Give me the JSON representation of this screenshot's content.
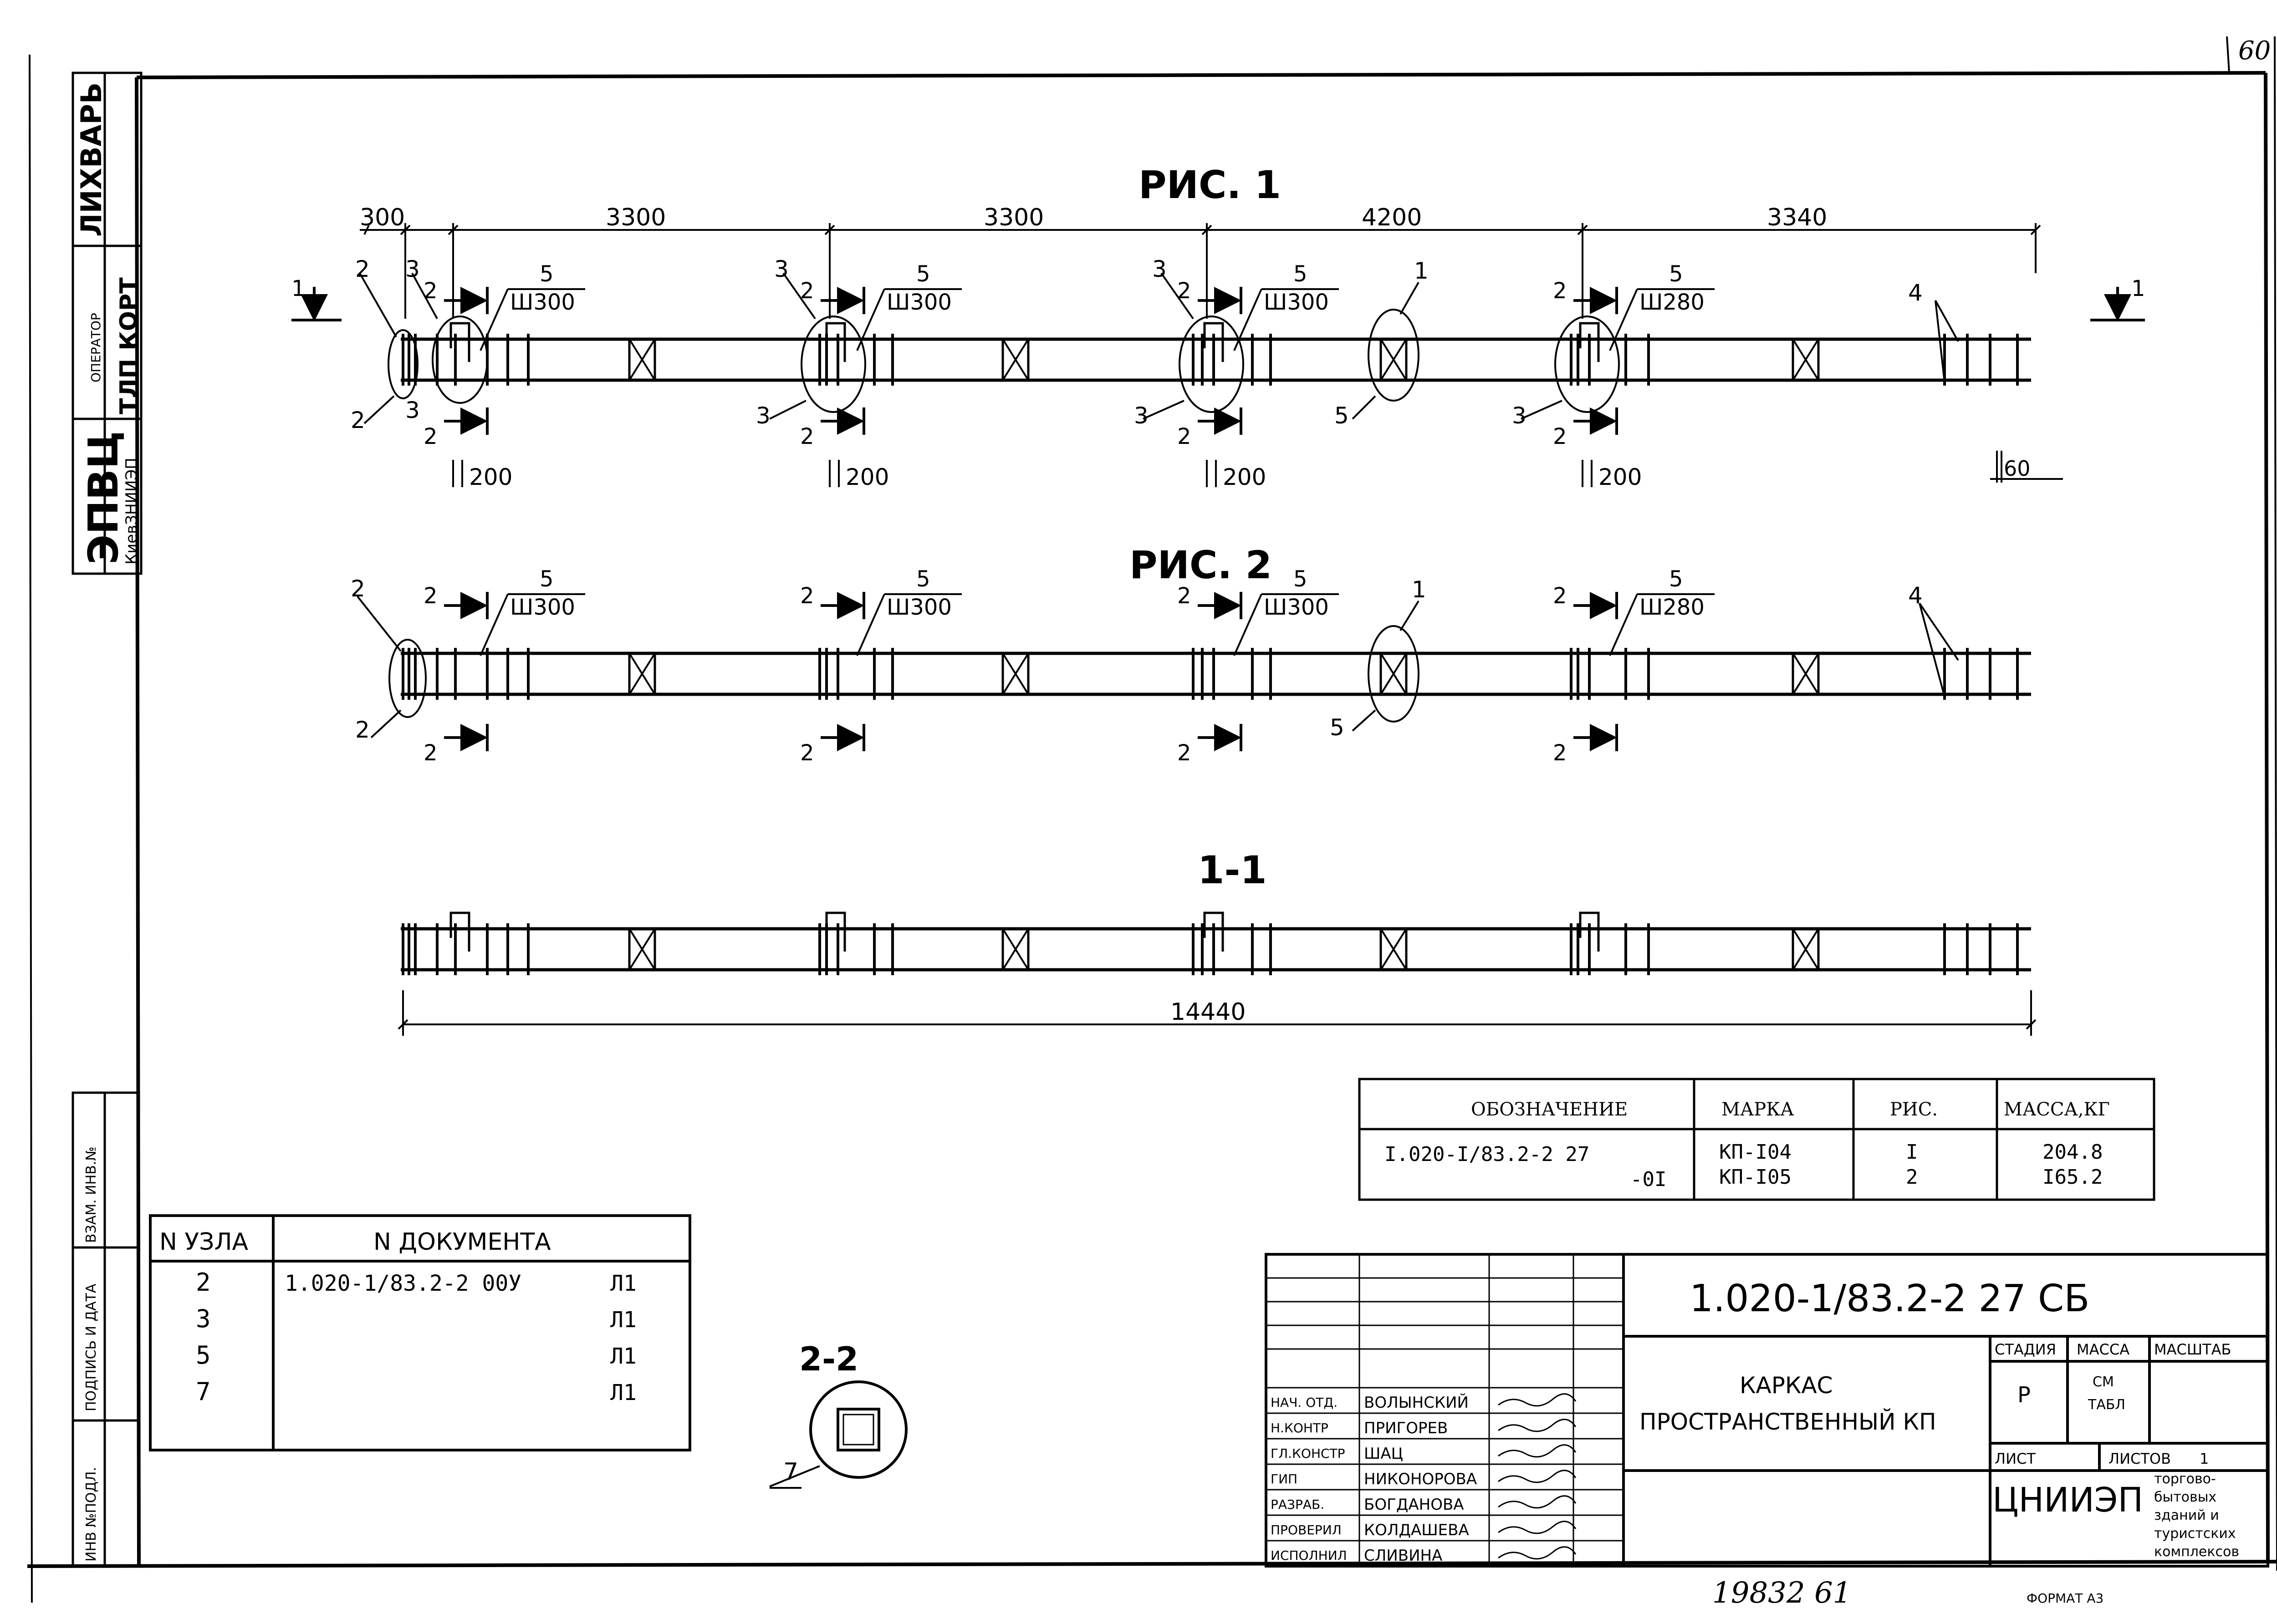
{
  "page_number": "60",
  "side_stamp": {
    "line1": "ЛИХВАРЬ",
    "line2_label": "ОПЕРАТОР",
    "line2": "ТЛП КОРТ",
    "line3": "ЭПВЦ",
    "line3_sub": "КиевЗНИИЭП"
  },
  "side_columns": [
    "ВЗАМ. ИНВ.№",
    "ПОДПИСЬ И ДАТА",
    "ИНВ №ПОДЛ."
  ],
  "fig1": {
    "title": "РИС. 1",
    "dims": [
      "300",
      "3300",
      "3300",
      "4200",
      "3340"
    ],
    "small_dims": [
      "200",
      "200",
      "200",
      "200"
    ],
    "end_dim": "60",
    "section_mark": "1",
    "labels": {
      "n1": "1",
      "n2": "2",
      "n3": "3",
      "n4": "4",
      "n5": "5",
      "sh300": "Ш300",
      "sh280": "Ш280"
    }
  },
  "fig2": {
    "title": "РИС. 2"
  },
  "section11": {
    "title": "1-1",
    "total": "14440"
  },
  "section22": {
    "title": "2-2",
    "node": "7"
  },
  "spec_table": {
    "headers": [
      "ОБОЗНАЧЕНИЕ",
      "МАРКА",
      "РИС.",
      "МАССА,КГ"
    ],
    "row1": [
      "I.020-I/83.2-2 27",
      "КП-I04",
      "I",
      "204.8"
    ],
    "row2": [
      "-0I",
      "КП-I05",
      "2",
      "I65.2"
    ]
  },
  "node_table": {
    "headers": [
      "N УЗЛА",
      "N ДОКУМЕНТА"
    ],
    "rows": [
      [
        "2",
        "1.020-1/83.2-2 00У",
        "Л1"
      ],
      [
        "3",
        "",
        "Л1"
      ],
      [
        "5",
        "",
        "Л1"
      ],
      [
        "7",
        "",
        "Л1"
      ]
    ]
  },
  "title_block": {
    "code": "1.020-1/83.2-2 27 СБ",
    "name_line1": "КАРКАС",
    "name_line2": "ПРОСТРАНСТВЕННЫЙ КП",
    "stage_label": "СТАДИЯ",
    "mass_label": "МАССА",
    "scale_label": "МАСШТАБ",
    "stage": "Р",
    "mass_ref1": "СМ",
    "mass_ref2": "ТАБЛ",
    "sheet_label": "ЛИСТ",
    "sheets_label": "ЛИСТОВ",
    "sheets": "1",
    "org": "ЦНИИЭП",
    "org_sub": [
      "торгово-",
      "бытовых",
      "зданий и",
      "туристских",
      "комплексов"
    ],
    "people": [
      [
        "НАЧ. ОТД.",
        "ВОЛЫНСКИЙ"
      ],
      [
        "Н.КОНТР",
        "ПРИГОРЕВ"
      ],
      [
        "ГЛ.КОНСТР",
        "ШАЦ"
      ],
      [
        "ГИП",
        "НИКОНОРОВА"
      ],
      [
        "РАЗРАБ.",
        "БОГДАНОВА"
      ],
      [
        "ПРОВЕРИЛ",
        "КОЛДАШЕВА"
      ],
      [
        "ИСПОЛНИЛ",
        "СЛИВИНА"
      ]
    ]
  },
  "bottom_note": "19832  61",
  "format": "ФОРМАТ А3"
}
